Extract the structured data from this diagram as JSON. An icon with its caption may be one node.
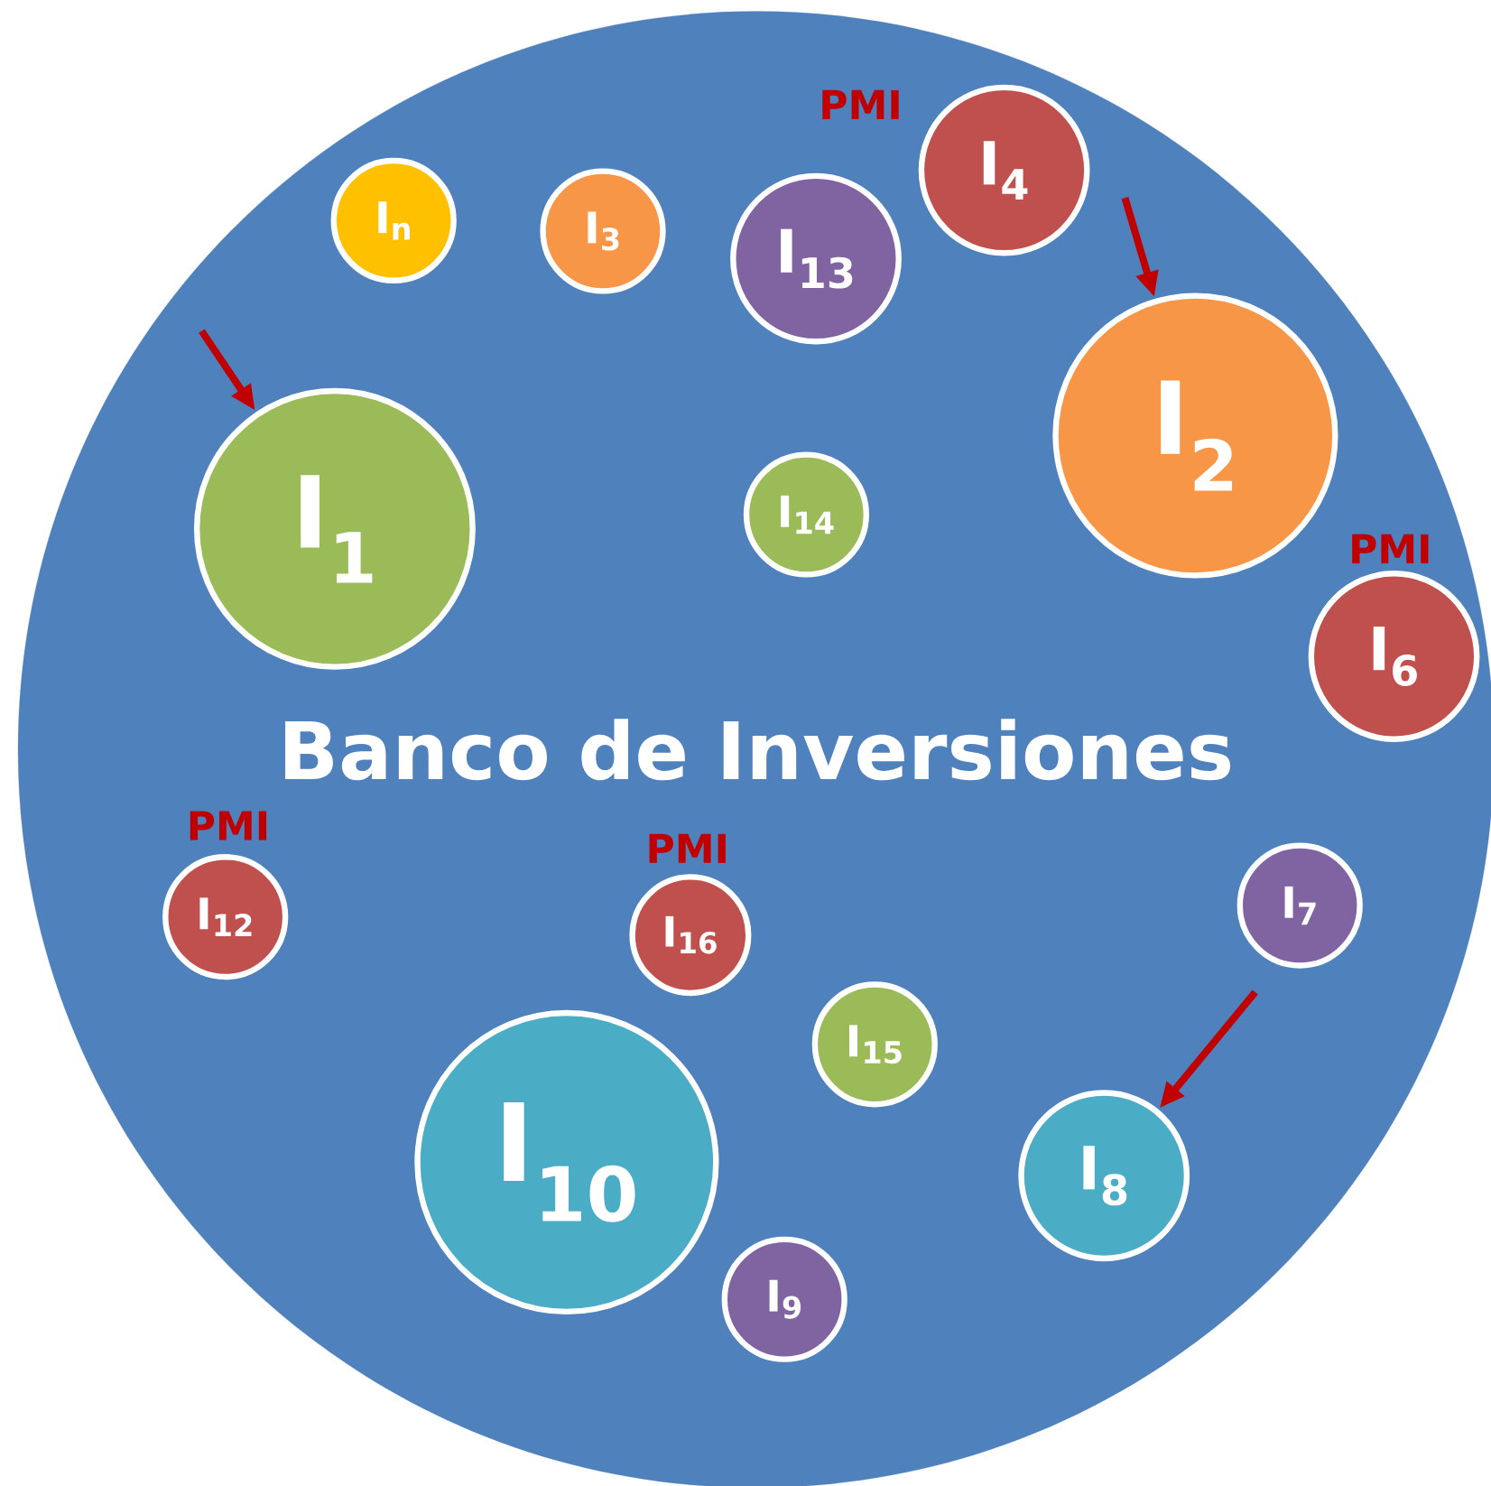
{
  "diagram": {
    "nodes": [
      {
        "text": [
          "Banco de Inversiones"
        ]
      },
      {
        "text": [
          "I$_{n}$"
        ],
        "in": 0
      },
      {
        "text": [
          "I$_{3}$"
        ],
        "in": 0
      },
      {
        "text": [
          "I$_{13}$"
        ],
        "in": 0
      },
      {
        "text": [
          "I$_{4}$"
        ],
        "in": 0,
        "beside": [
          "PMI"
        ]
      },
      {
        "text": [
          "I$_{1}$"
        ],
        "in": 0
      },
      {
        "text": [
          "I$_{14}$"
        ],
        "in": 0
      },
      {
        "text": [
          "I$_{2}$"
        ],
        "in": 0
      },
      {
        "text": [
          "I$_{6}$"
        ],
        "in": 0,
        "beside": [
          "PMI"
        ]
      },
      {
        "text": [
          "I$_{12}$"
        ],
        "in": 0,
        "beside": [
          "PMI"
        ]
      },
      {
        "text": [
          "I$_{16}$"
        ],
        "in": 0,
        "beside": [
          "PMI"
        ]
      },
      {
        "text": [
          "I$_{7}$"
        ],
        "in": 0
      },
      {
        "text": [
          "I$_{15}$"
        ],
        "in": 0
      },
      {
        "text": [
          "I$_{10}$"
        ],
        "in": 0
      },
      {
        "text": [
          "I$_{8}$"
        ],
        "in": 0
      },
      {
        "text": [
          "I$_{9}$"
        ],
        "in": 0
      }
    ],
    "edges": [
      {
        "from": null,
        "to": 5,
        "arrow": "to"
      },
      {
        "from": null,
        "to": 7,
        "arrow": "to"
      },
      {
        "from": null,
        "to": 14,
        "arrow": "to"
      }
    ]
  }
}
